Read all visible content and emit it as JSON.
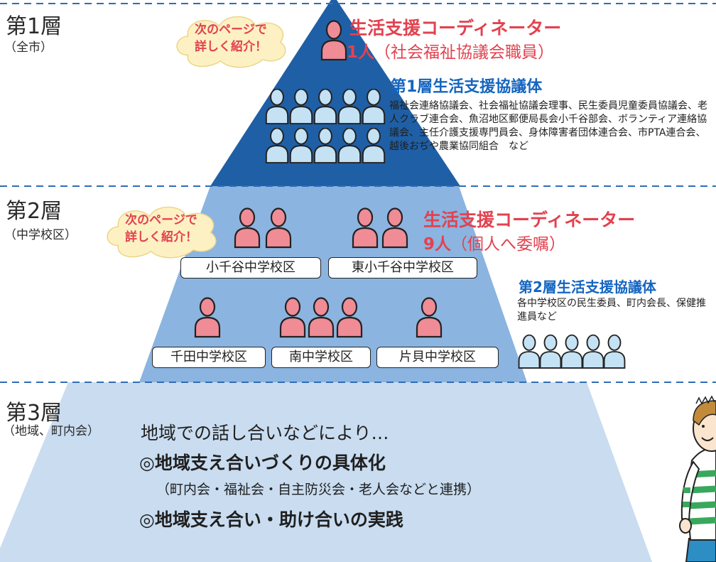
{
  "layers": [
    {
      "name": "第1層",
      "sub": "（全市）"
    },
    {
      "name": "第2層",
      "sub": "（中学校区）"
    },
    {
      "name": "第3層",
      "sub": "（地域、町内会）"
    }
  ],
  "callout_text": [
    "次のページで",
    "詳しく紹介！"
  ],
  "layer1": {
    "coordinator_title": "生活支援コーディネーター",
    "coordinator_count": "1人",
    "coordinator_note": "（社会福祉協議会職員）",
    "council_title": "第1層生活支援協議体",
    "council_members": "福祉会連絡協議会、社会福祉協議会理事、民生委員児童委員協議会、老人クラブ連合会、魚沼地区郵便局長会小千谷部会、ボランティア連絡協議会、主任介護支援専門員会、身体障害者団体連合会、市PTA連合会、越後おぢや農業協同組合　など"
  },
  "layer2": {
    "coordinator_title": "生活支援コーディネーター",
    "coordinator_count": "9人",
    "coordinator_note": "（個人へ委嘱）",
    "council_title": "第2層生活支援協議体",
    "council_members": "各中学校区の民生委員、町内会長、保健推進員など",
    "schools": [
      "小千谷中学校区",
      "東小千谷中学校区",
      "千田中学校区",
      "南中学校区",
      "片貝中学校区"
    ]
  },
  "layer3": {
    "lead": "地域での話し合いなどにより…",
    "point1": "◎地域支え合いづくりの具体化",
    "point1_note": "（町内会・福祉会・自主防災会・老人会などと連携）",
    "point2": "◎地域支え合い・助け合いの実践"
  },
  "colors": {
    "tier1": "#1f5fa6",
    "tier2": "#8bb4e0",
    "tier3": "#c9dcf0",
    "dash": "#2f6db7",
    "accent_red": "#e2424f",
    "accent_blue": "#1565c0",
    "person_pink": "#ef8c96",
    "person_blue": "#c4e2f4"
  }
}
